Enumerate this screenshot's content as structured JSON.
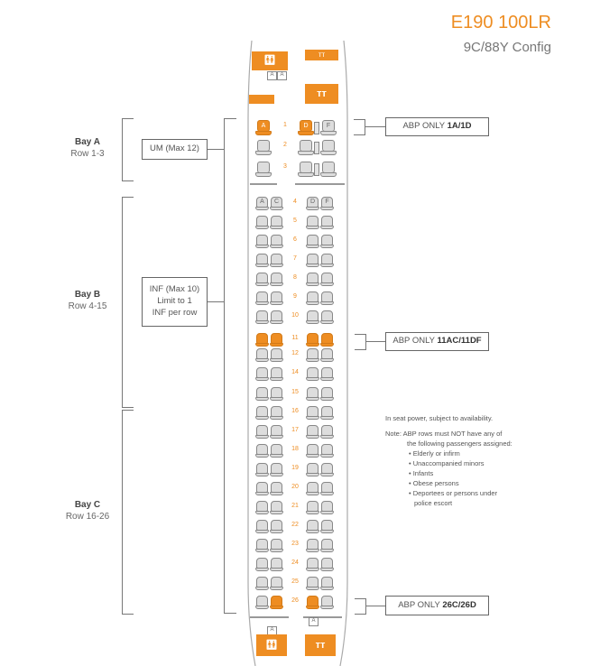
{
  "header": {
    "title": "E190 100LR",
    "subtitle": "9C/88Y Config"
  },
  "colors": {
    "accent": "#ee8d22",
    "seat_default": "#dddddd",
    "seat_outline": "#888888",
    "text": "#555555"
  },
  "bays": [
    {
      "name": "Bay A",
      "rows": "Row 1-3"
    },
    {
      "name": "Bay B",
      "rows": "Row 4-15"
    },
    {
      "name": "Bay C",
      "rows": "Row 16-26"
    }
  ],
  "restrictions": {
    "um": "UM (Max 12)",
    "inf_line1": "INF (Max 10)",
    "inf_line2": "Limit to 1",
    "inf_line3": "INF per row"
  },
  "abp_callouts": [
    {
      "prefix": "ABP ONLY ",
      "seats": "1A/1D"
    },
    {
      "prefix": "ABP ONLY ",
      "seats": "11AC/11DF"
    },
    {
      "prefix": "ABP ONLY ",
      "seats": "26C/26D"
    }
  ],
  "business": {
    "rows": [
      1,
      2,
      3
    ],
    "header_letters": {
      "left": "A",
      "right_1": "D",
      "right_2": "F"
    },
    "highlighted": [
      "1A",
      "1D"
    ]
  },
  "economy": {
    "rows": [
      4,
      5,
      6,
      7,
      8,
      9,
      10,
      11,
      12,
      14,
      15,
      16,
      17,
      18,
      19,
      20,
      21,
      22,
      23,
      24,
      25,
      26
    ],
    "header_letters": [
      "A",
      "C",
      "D",
      "F"
    ],
    "highlighted": [
      "11A",
      "11C",
      "11D",
      "11F",
      "26C",
      "26D"
    ]
  },
  "facilities": {
    "front_lav_icon": "lavatory-icon",
    "front_galley_icon": "galley-icon",
    "rear_lav_icon": "lavatory-icon",
    "rear_galley_icon": "galley-icon",
    "attendant_label": "A",
    "lav_glyph": "🚻",
    "galley_glyph": "🍴"
  },
  "notes": {
    "power": "In seat power, subject to availability.",
    "note_label": "Note:",
    "note_intro_1": "ABP rows must NOT have any of",
    "note_intro_2": "the following passengers assigned:",
    "items": [
      "Elderly or infirm",
      "Unaccompanied minors",
      "Infants",
      "Obese persons",
      "Deportees or persons under"
    ],
    "item_continuation": "police escort"
  }
}
